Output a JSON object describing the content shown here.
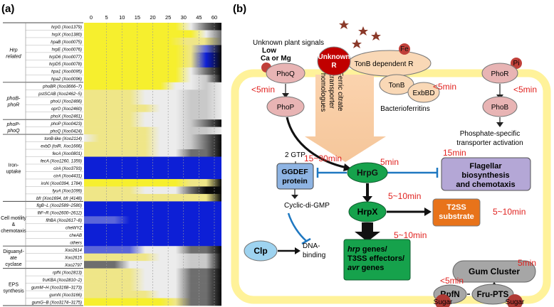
{
  "panel_a": {
    "letter": "(a)",
    "ticks": [
      "0",
      "5",
      "10",
      "15",
      "20",
      "25",
      "30",
      "45",
      "60"
    ],
    "groups": [
      {
        "label": "Hrp\nrelated",
        "italic": true
      },
      {
        "label": "phoB-\nphoR",
        "italic": true
      },
      {
        "label": "phoP-\nphoQ",
        "italic": true
      },
      {
        "label": "Iron-\nuptake",
        "italic": false
      },
      {
        "label": "Cell motility\n&\nchemotaxis",
        "italic": false
      },
      {
        "label": "Diguanyl-\nate\ncyclase",
        "italic": false
      },
      {
        "label": "EPS\nsynthesis",
        "italic": false
      }
    ],
    "rows": [
      "hrpG (Xoo1379)",
      "hrpX (Xoo1380)",
      "hpaB (Xoo0075)",
      "hrpE (Xoo0076)",
      "hrpD6 (Xoo0077)",
      "hrpD5 (Xoo0078)",
      "hpa1 (Xoo0095)",
      "hpa2 (Xoo0096)",
      "phoBR (Xoo3666~7)",
      "pstSCAB (Xoo2462~5)",
      "phoU (Xoo2466)",
      "oprO (Xoo2460)",
      "phoX (Xoo2461)",
      "phoP (Xoo0423)",
      "phoQ (Xoo0424)",
      "tonB-like (Xoo2114)",
      "exbD (tolR, Xoo1666)",
      "fecA (Xoo0801)",
      "fecA (Xoo1260, 1359)",
      "cirA (Xoo3793)",
      "cirA (Xoo4431)",
      "iroN (Xoo0394, 1784)",
      "fyuA (Xoo1099)",
      "bfr (Xoo1694, bfr (4148)",
      "flgB~L (Xoo2589~2580)",
      "fliF~R (Xoo2600~2612)",
      "flhBA (Xoo2617~8)",
      "cheWYZ",
      "cheAB",
      "others",
      "Xoo2614",
      "Xoo2615",
      "Xoo2797",
      "rpfN (Xoo2813)",
      "fruKBA (Xoo2810~2)",
      "gumM~H (Xoo3168~3173)",
      "gumN (Xoo3166)",
      "gumG~B (Xoo3174~3175)"
    ],
    "row_styles": [
      "YYYYYYYwdk",
      "YYYYYYYYwd",
      "YYYYYYyyd",
      "YYYYYYYybk",
      "YYYYYYYyBk",
      "YYYYYYYyBk",
      "YYYYYYYwdk",
      "YYYYYYYwgk",
      "YYYYYYwwgw",
      "yyyywwwggw",
      "yyyywwwggw",
      "yyyyywwggw",
      "yyyywwwggw",
      "yyyywwwgdk",
      "yyyyywwggw",
      "wyyyywwgdk",
      "yyyyywwgdk",
      "yyyyywwddk",
      "BBBBBBBBBB",
      "BBBBBBBBBB",
      "BBBBBBBBBB",
      "YYYYYYYyyk",
      "yyyywwwdkk",
      "yyyyyyyyyk",
      "BBBBBBBBBB",
      "BBBBBBBBBB",
      "bbbBBBBBBB",
      "BBBBBBBBBB",
      "BBBBBBBBBB",
      "BBBBBBBBBB",
      "bbbbwwwddk",
      "yyyyywwggk",
      "dddwwwwggk",
      "yyyywwwddk",
      "yyyywwwddk",
      "yyyywwwddk",
      "yyyyywwddk",
      "YYYYYYyddk"
    ]
  },
  "panel_b": {
    "letter": "(b)",
    "unknown_signals": "Unknown plant signals",
    "low_ca": "Low\nCa or Mg",
    "fe": "Fe",
    "pi": "Pi",
    "unknown_r": "Unknown\nR",
    "tonb_dep": "TonB dependent R",
    "tonb": "TonB",
    "exbbd": "ExbBD",
    "bacterioferritins": "Bacterioferritins",
    "phoq": "PhoQ",
    "phop": "PhoP",
    "phor": "PhoR",
    "phob": "PhoB",
    "ferric": "Ferric citrate\ntransporter\nhomologues",
    "phosphate_text": "Phosphate-specific\ntransporter activation",
    "gtp": "2 GTP",
    "ggdef": "GGDEF\nprotein",
    "hrpg": "HrpG",
    "hrpx": "HrpX",
    "flagellar": "Flagellar\nbiosynthesis\nand chemotaxis",
    "t2ss": "T2SS\nsubstrate",
    "cyclic": "Cyclic-di-GMP",
    "clp": "Clp",
    "dna_binding": "DNA-\nbinding",
    "hrp_genes_1": "hrp",
    "hrp_genes_2": " genes/",
    "hrp_genes_3": "T3SS effectors/",
    "hrp_genes_4": "avr",
    "hrp_genes_5": " genes",
    "gum": "Gum Cluster",
    "rpfn": "RpfN",
    "frupts": "Fru-PTS",
    "sugar": "Sugar",
    "t_phoq": "<5min",
    "t_tonb": "<5min",
    "t_phor": "<5min",
    "t_hrpg": "5min",
    "t_ggdef": "15~30min",
    "t_flag": "15min",
    "t_hrpx": "5~10min",
    "t_t2ss": "5~10min",
    "t_hrpgenes": "5~10min",
    "t_gum": "5min",
    "t_rpfn": "<5min",
    "colors": {
      "yellow_border": "#fff29a",
      "green": "#16a24c",
      "orange": "#e8731a",
      "purple": "#b4a7d6",
      "blue_ggdef": "#8eb4e3",
      "pink": "#e8b4b4",
      "red_time": "#e0221f"
    }
  }
}
